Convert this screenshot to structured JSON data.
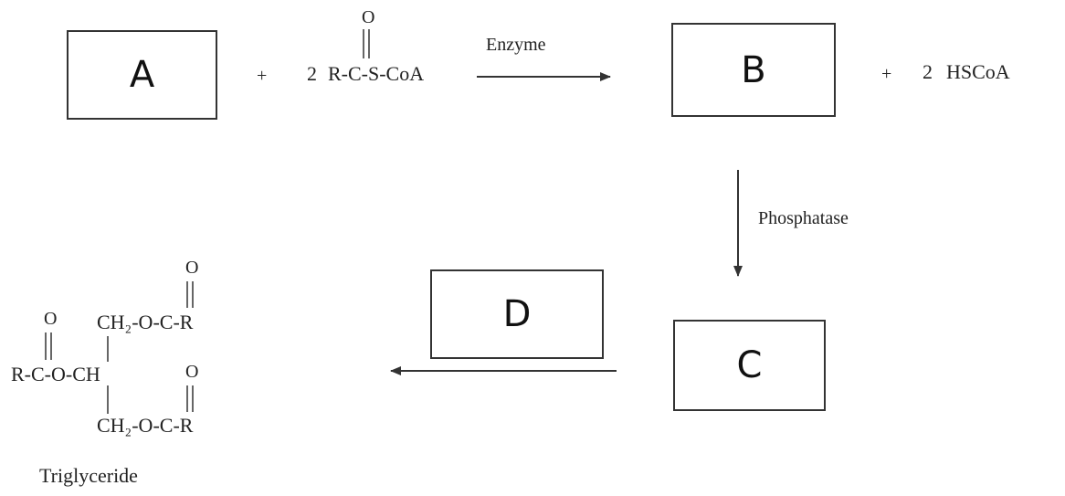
{
  "boxes": {
    "a": "A",
    "b": "B",
    "c": "C",
    "d": "D"
  },
  "reaction1": {
    "plus": "+",
    "coefficient": "2",
    "acyl_coa": "R-C-S-CoA",
    "carbonyl_o": "O",
    "enzyme_label": "Enzyme",
    "product_plus": "+",
    "product_coefficient": "2",
    "product_hscoa": "HSCoA"
  },
  "step2": {
    "label": "Phosphatase"
  },
  "triglyceride": {
    "top_o": "O",
    "row1_left_o": "O",
    "row1_group": "CH₂-O-C-R",
    "row2_group": "R-C-O-CH",
    "row2_right_o": "O",
    "row3_group": "CH₂-O-C-R",
    "name": "Triglyceride"
  }
}
